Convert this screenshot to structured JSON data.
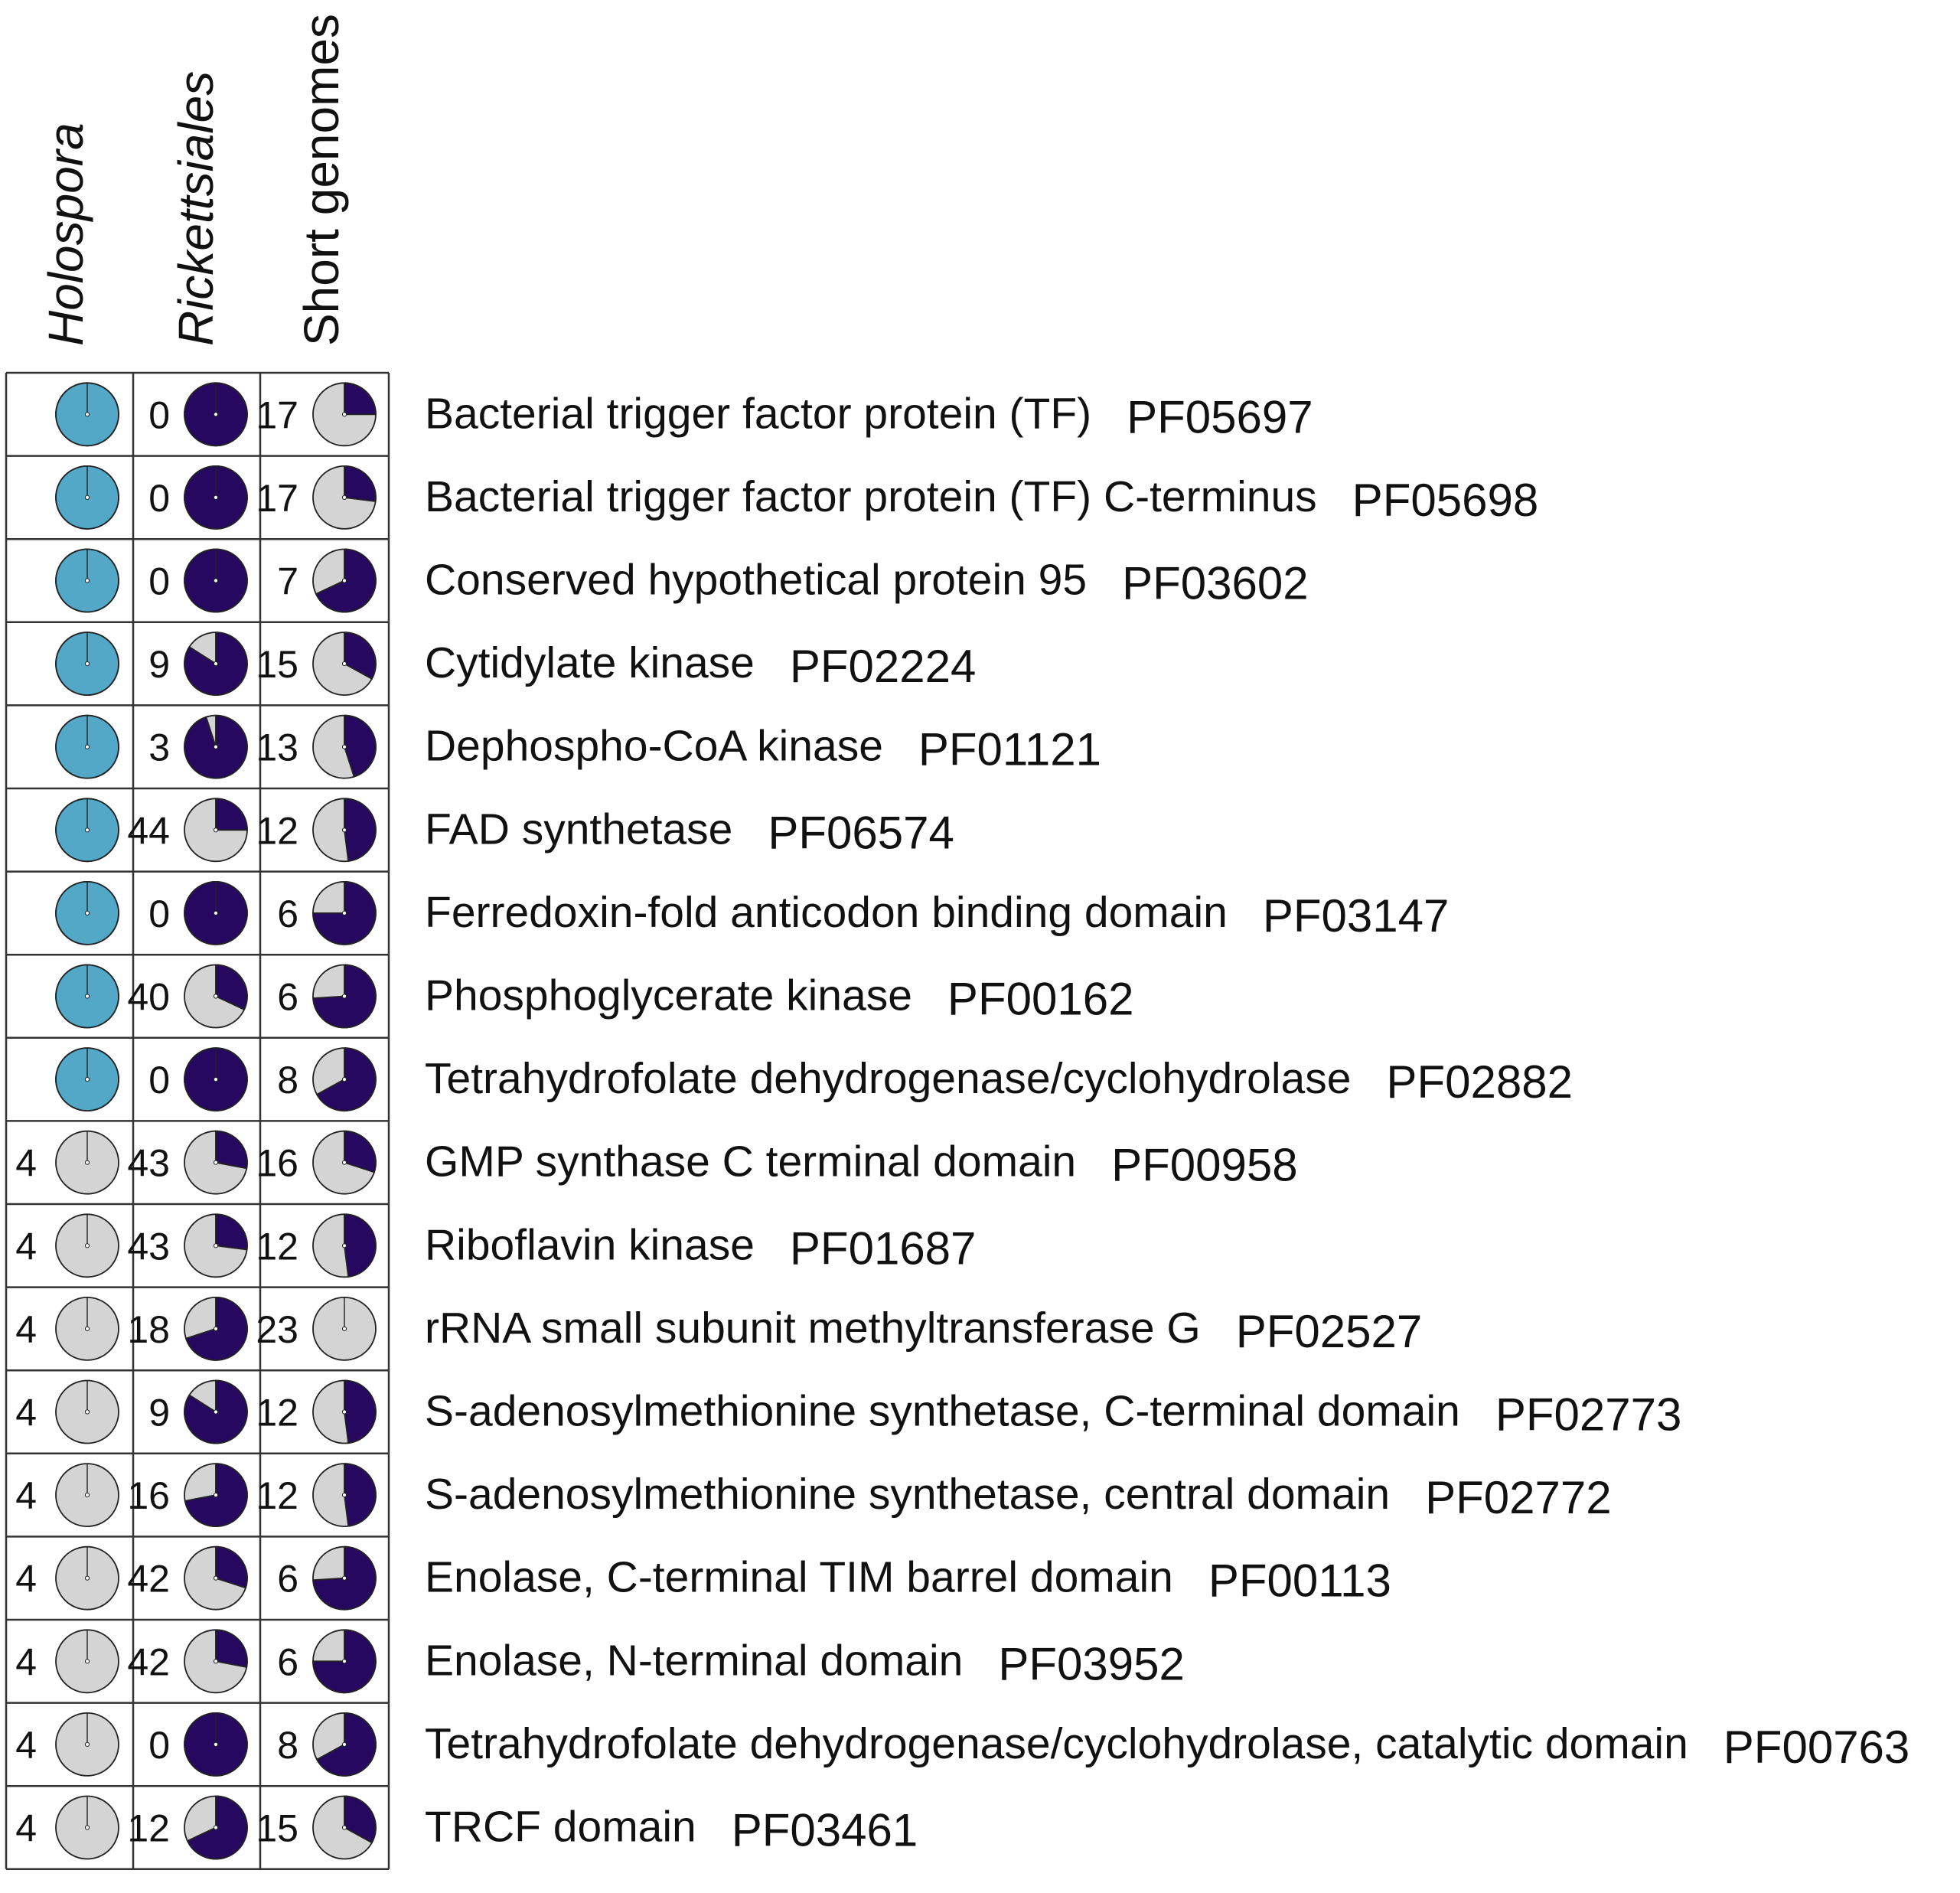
{
  "chart_data": {
    "type": "pie-grid",
    "columns": [
      {
        "name": "Holospora",
        "italic": true
      },
      {
        "name": "Rickettsiales",
        "italic": true
      },
      {
        "name": "Short genomes",
        "italic": false
      }
    ],
    "colors": {
      "holospora_present": "#52a8c6",
      "present": "#260860",
      "absent": "#d4d4d4",
      "outline": "#222222"
    },
    "rows": [
      {
        "label": "Bacterial trigger factor protein (TF)",
        "pfam": "PF05697",
        "cells": [
          {
            "count": "",
            "fraction": 1.0
          },
          {
            "count": "0",
            "fraction": 1.0
          },
          {
            "count": "17",
            "fraction": 0.25
          }
        ]
      },
      {
        "label": "Bacterial trigger factor protein (TF) C-terminus",
        "pfam": "PF05698",
        "cells": [
          {
            "count": "",
            "fraction": 1.0
          },
          {
            "count": "0",
            "fraction": 1.0
          },
          {
            "count": "17",
            "fraction": 0.27
          }
        ]
      },
      {
        "label": "Conserved hypothetical protein 95",
        "pfam": "PF03602",
        "cells": [
          {
            "count": "",
            "fraction": 1.0
          },
          {
            "count": "0",
            "fraction": 1.0
          },
          {
            "count": "7",
            "fraction": 0.68
          }
        ]
      },
      {
        "label": "Cytidylate kinase",
        "pfam": "PF02224",
        "cells": [
          {
            "count": "",
            "fraction": 1.0
          },
          {
            "count": "9",
            "fraction": 0.84
          },
          {
            "count": "15",
            "fraction": 0.33
          }
        ]
      },
      {
        "label": "Dephospho-CoA kinase",
        "pfam": "PF01121",
        "cells": [
          {
            "count": "",
            "fraction": 1.0
          },
          {
            "count": "3",
            "fraction": 0.95
          },
          {
            "count": "13",
            "fraction": 0.45
          }
        ]
      },
      {
        "label": "FAD synthetase",
        "pfam": "PF06574",
        "cells": [
          {
            "count": "",
            "fraction": 1.0
          },
          {
            "count": "44",
            "fraction": 0.25
          },
          {
            "count": "12",
            "fraction": 0.48
          }
        ]
      },
      {
        "label": "Ferredoxin-fold anticodon binding domain",
        "pfam": "PF03147",
        "cells": [
          {
            "count": "",
            "fraction": 1.0
          },
          {
            "count": "0",
            "fraction": 1.0
          },
          {
            "count": "6",
            "fraction": 0.75
          }
        ]
      },
      {
        "label": "Phosphoglycerate kinase",
        "pfam": "PF00162",
        "cells": [
          {
            "count": "",
            "fraction": 1.0
          },
          {
            "count": "40",
            "fraction": 0.32
          },
          {
            "count": "6",
            "fraction": 0.74
          }
        ]
      },
      {
        "label": "Tetrahydrofolate dehydrogenase/cyclohydrolase",
        "pfam": "PF02882",
        "cells": [
          {
            "count": "",
            "fraction": 1.0
          },
          {
            "count": "0",
            "fraction": 1.0
          },
          {
            "count": "8",
            "fraction": 0.67
          }
        ]
      },
      {
        "label": "GMP synthase C terminal domain",
        "pfam": "PF00958",
        "cells": [
          {
            "count": "4",
            "fraction": 0.0
          },
          {
            "count": "43",
            "fraction": 0.28
          },
          {
            "count": "16",
            "fraction": 0.3
          }
        ]
      },
      {
        "label": "Riboflavin kinase",
        "pfam": "PF01687",
        "cells": [
          {
            "count": "4",
            "fraction": 0.0
          },
          {
            "count": "43",
            "fraction": 0.27
          },
          {
            "count": "12",
            "fraction": 0.48
          }
        ]
      },
      {
        "label": "rRNA small subunit methyltransferase G",
        "pfam": "PF02527",
        "cells": [
          {
            "count": "4",
            "fraction": 0.0
          },
          {
            "count": "18",
            "fraction": 0.7
          },
          {
            "count": "23",
            "fraction": 0.0
          }
        ]
      },
      {
        "label": "S-adenosylmethionine synthetase, C-terminal domain",
        "pfam": "PF02773",
        "cells": [
          {
            "count": "4",
            "fraction": 0.0
          },
          {
            "count": "9",
            "fraction": 0.84
          },
          {
            "count": "12",
            "fraction": 0.48
          }
        ]
      },
      {
        "label": "S-adenosylmethionine synthetase, central domain",
        "pfam": "PF02772",
        "cells": [
          {
            "count": "4",
            "fraction": 0.0
          },
          {
            "count": "16",
            "fraction": 0.72
          },
          {
            "count": "12",
            "fraction": 0.48
          }
        ]
      },
      {
        "label": "Enolase, C-terminal TIM barrel domain",
        "pfam": "PF00113",
        "cells": [
          {
            "count": "4",
            "fraction": 0.0
          },
          {
            "count": "42",
            "fraction": 0.3
          },
          {
            "count": "6",
            "fraction": 0.74
          }
        ]
      },
      {
        "label": "Enolase, N-terminal domain",
        "pfam": "PF03952",
        "cells": [
          {
            "count": "4",
            "fraction": 0.0
          },
          {
            "count": "42",
            "fraction": 0.28
          },
          {
            "count": "6",
            "fraction": 0.75
          }
        ]
      },
      {
        "label": "Tetrahydrofolate dehydrogenase/cyclohydrolase, catalytic domain",
        "pfam": "PF00763",
        "cells": [
          {
            "count": "4",
            "fraction": 0.0
          },
          {
            "count": "0",
            "fraction": 1.0
          },
          {
            "count": "8",
            "fraction": 0.67
          }
        ]
      },
      {
        "label": "TRCF domain",
        "pfam": "PF03461",
        "cells": [
          {
            "count": "4",
            "fraction": 0.0
          },
          {
            "count": "12",
            "fraction": 0.68
          },
          {
            "count": "15",
            "fraction": 0.33
          }
        ]
      }
    ]
  }
}
